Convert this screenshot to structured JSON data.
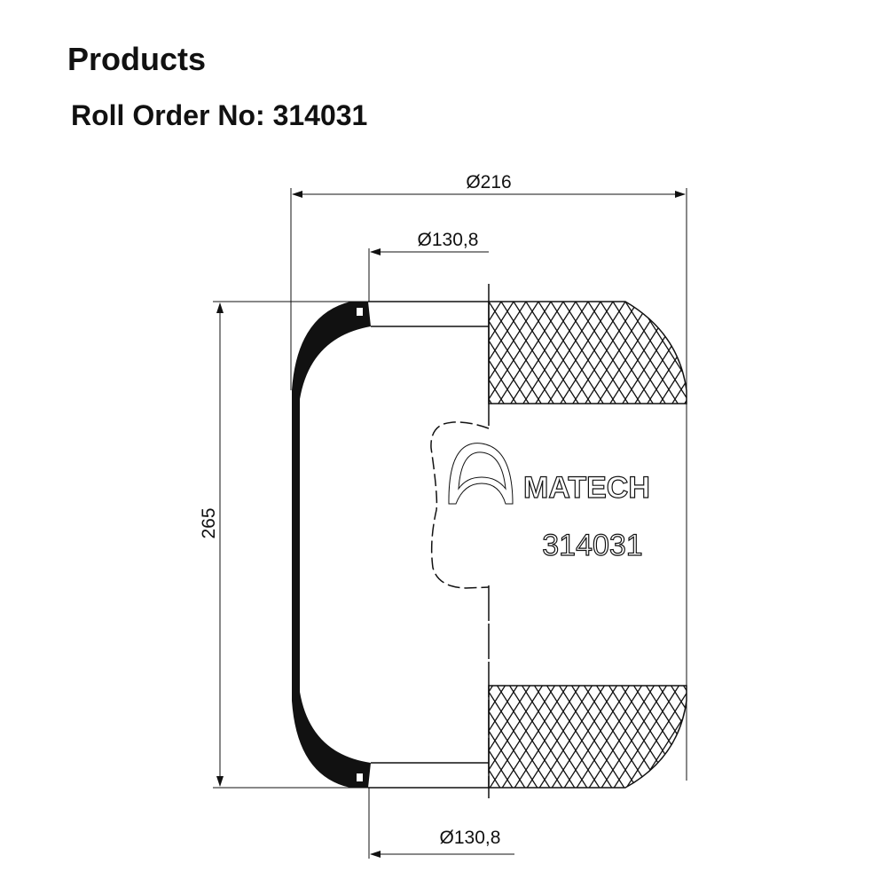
{
  "header": {
    "title": "Products",
    "subtitle": "Roll Order No: 314031"
  },
  "drawing": {
    "dim_outer_diameter": "Ø216",
    "dim_top_plate_diameter": "Ø130,8",
    "dim_bottom_plate_diameter": "Ø130,8",
    "dim_height": "265",
    "brand_logo": "MATECH",
    "part_number": "314031"
  },
  "colors": {
    "line": "#111111",
    "background": "#ffffff"
  }
}
